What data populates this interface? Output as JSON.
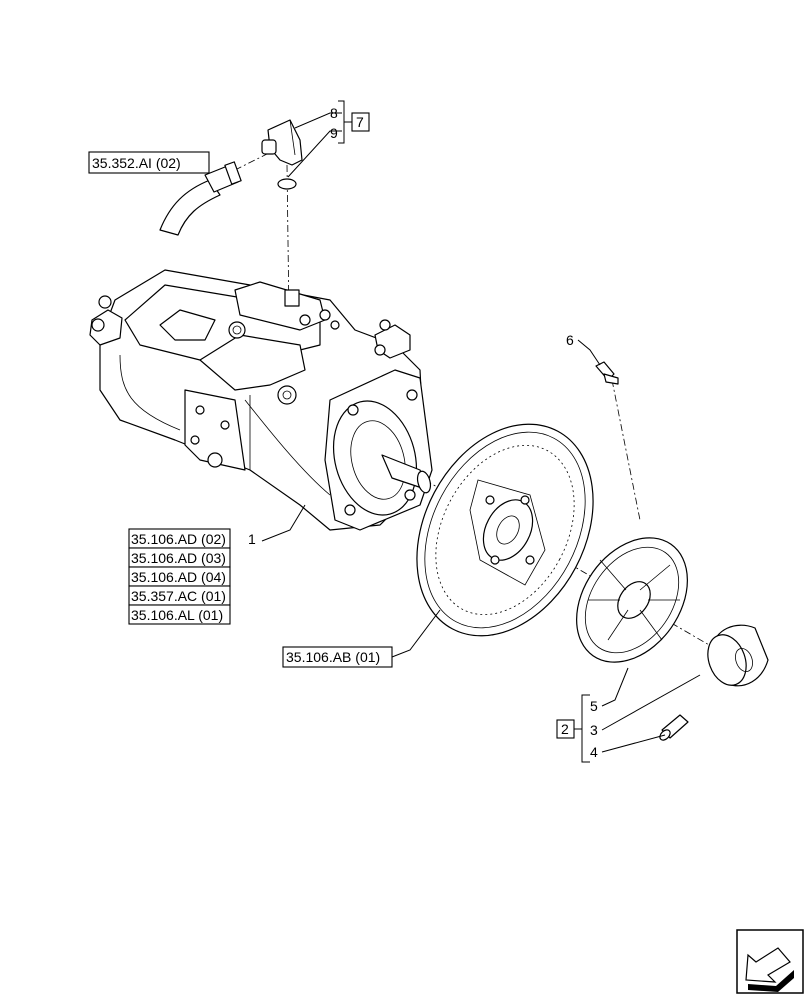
{
  "references": {
    "hose": "35.352.AI (02)",
    "pump": [
      "35.106.AD (02)",
      "35.106.AD (03)",
      "35.106.AD (04)",
      "35.357.AC (01)",
      "35.106.AL (01)"
    ],
    "flywheel": "35.106.AB (01)"
  },
  "callouts": {
    "c1": "1",
    "c2": "2",
    "c3": "3",
    "c4": "4",
    "c5": "5",
    "c6": "6",
    "c7": "7",
    "c8": "8",
    "c9": "9"
  },
  "icons": {
    "nav": "next-page-arrow-icon"
  }
}
